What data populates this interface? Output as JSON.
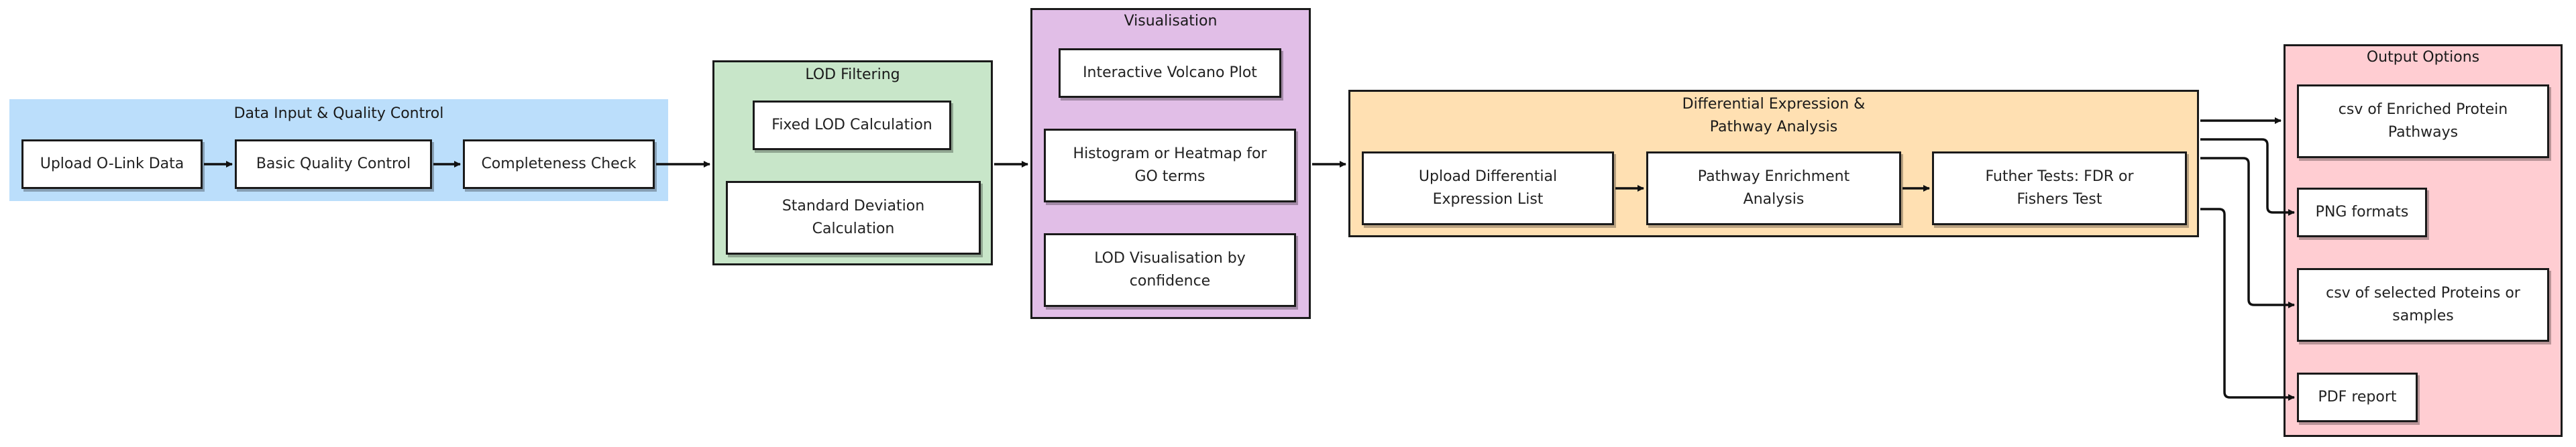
{
  "groups": {
    "input": {
      "title": "Data Input & Quality Control",
      "fill": "#bbdefb",
      "border": "#bbdefb"
    },
    "lod": {
      "title": "LOD Filtering",
      "fill": "#c8e6c9",
      "border": "#1a1a1a"
    },
    "vis": {
      "title": "Visualisation",
      "fill": "#e1bee7",
      "border": "#1a1a1a"
    },
    "diff": {
      "title": "Differential Expression & Pathway Analysis",
      "title_line1": "Differential Expression &",
      "title_line2": "Pathway Analysis",
      "fill": "#ffe0b2",
      "border": "#1a1a1a"
    },
    "output": {
      "title": "Output Options",
      "fill": "#ffcdd2",
      "border": "#1a1a1a"
    }
  },
  "nodes": {
    "upload_olink": "Upload O-Link Data",
    "basic_qc": "Basic Quality Control",
    "completeness": "Completeness Check",
    "fixed_lod": "Fixed LOD Calculation",
    "sd_line1": "Standard Deviation",
    "sd_line2": "Calculation",
    "volcano": "Interactive Volcano Plot",
    "histo_line1": "Histogram or Heatmap for",
    "histo_line2": "GO terms",
    "lodvis_line1": "LOD Visualisation by",
    "lodvis_line2": "confidence",
    "upload_diff_line1": "Upload Differential",
    "upload_diff_line2": "Expression List",
    "pathway_line1": "Pathway Enrichment",
    "pathway_line2": "Analysis",
    "further_line1": "Futher Tests: FDR or",
    "further_line2": "Fishers Test",
    "csv_enriched_line1": "csv of Enriched Protein",
    "csv_enriched_line2": "Pathways",
    "png": "PNG formats",
    "csv_selected_line1": "csv of selected Proteins or",
    "csv_selected_line2": "samples",
    "pdf": "PDF report"
  }
}
